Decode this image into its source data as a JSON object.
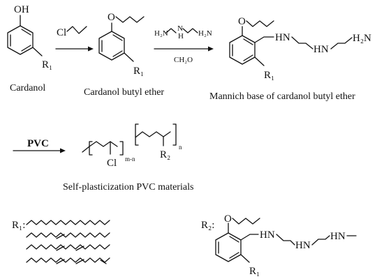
{
  "captions": {
    "cardanol": "Cardanol",
    "butyl_ether": "Cardanol butyl ether",
    "mannich": "Mannich base of cardanol butyl ether",
    "self_plasticization": "Self-plasticization PVC materials"
  },
  "reagents": {
    "chloro": "Cl",
    "formaldehyde": "CH₂O",
    "h2n_left": "H₂N",
    "nh_middle": "N",
    "nh_middle_h": "H",
    "h2n_right": "H₂N",
    "pvc": "PVC"
  },
  "atoms": {
    "oh": "OH",
    "o": "O",
    "r1": "R₁",
    "hn": "HN",
    "h2n": "H₂N",
    "cl": "Cl",
    "r2": "R₂"
  },
  "polymer": {
    "subscript_m_n": "m-n",
    "subscript_n": "n"
  },
  "legend": {
    "r1_label": "R₁:",
    "r2_label": "R₂:"
  }
}
